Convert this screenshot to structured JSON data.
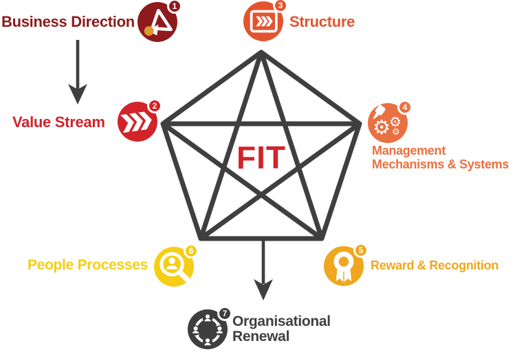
{
  "diagram": {
    "center_label": "FIT",
    "center_label_color": "#D2232A",
    "pentagon_line_color": "#3F3F3F",
    "shape": "pentagon-with-pentagram"
  },
  "nodes": [
    {
      "number": "1",
      "label": "Business Direction",
      "color": "#8E1A1D",
      "icon": "route-triangle-icon"
    },
    {
      "number": "2",
      "label": "Value Stream",
      "color": "#D2232A",
      "icon": "triple-chevron-icon"
    },
    {
      "number": "3",
      "label": "Structure",
      "color": "#E2542E",
      "icon": "framed-chevron-icon"
    },
    {
      "number": "4",
      "label": "Management\nMechanisms & Systems",
      "color": "#E97040",
      "icon": "gears-oilcan-icon"
    },
    {
      "number": "5",
      "label": "Reward & Recognition",
      "color": "#F0A71E",
      "icon": "award-rosette-icon"
    },
    {
      "number": "6",
      "label": "People Processes",
      "color": "#F5CE15",
      "icon": "person-magnifier-icon"
    },
    {
      "number": "7",
      "label": "Organisational\nRenewal",
      "color": "#3E3E3E",
      "icon": "renewal-cycle-icon"
    }
  ],
  "arrows": [
    {
      "from": "Business Direction",
      "to": "Value Stream"
    },
    {
      "from": "pentagon-bottom",
      "to": "Organisational Renewal"
    }
  ]
}
